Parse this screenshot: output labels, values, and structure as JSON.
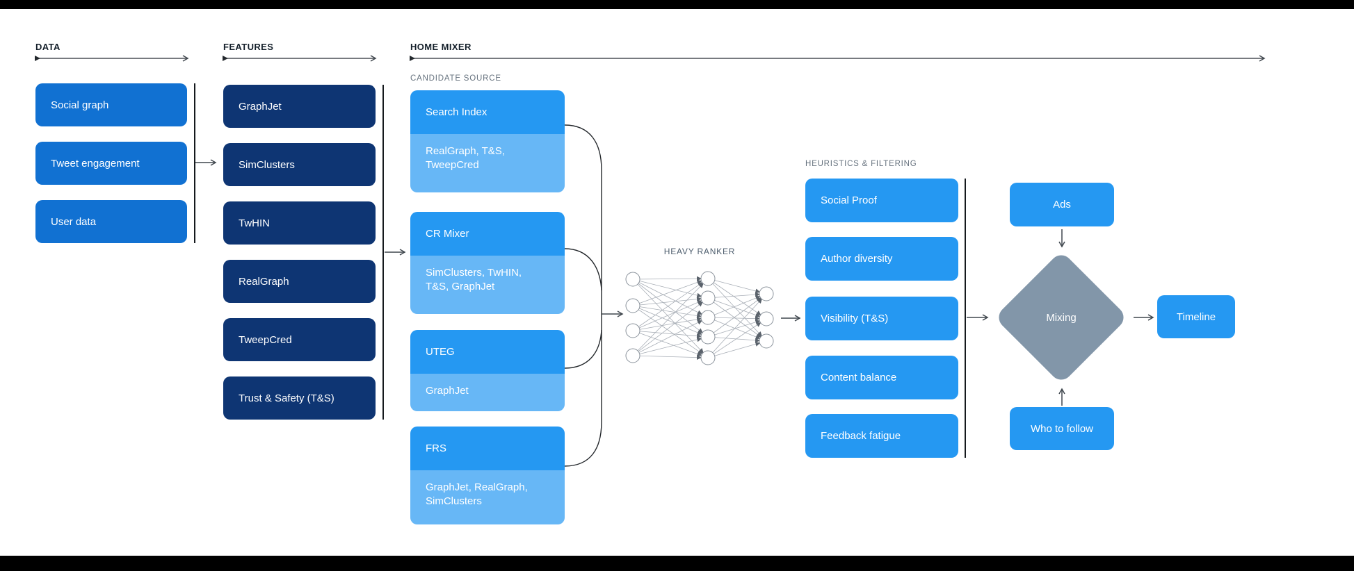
{
  "sections": {
    "data": {
      "label": "DATA",
      "items": [
        "Social graph",
        "Tweet engagement",
        "User data"
      ]
    },
    "features": {
      "label": "FEATURES",
      "items": [
        "GraphJet",
        "SimClusters",
        "TwHIN",
        "RealGraph",
        "TweepCred",
        "Trust & Safety (T&S)"
      ]
    },
    "home_mixer": {
      "label": "HOME MIXER",
      "candidate_source": {
        "label": "CANDIDATE SOURCE",
        "groups": [
          {
            "title": "Search Index",
            "sub": "RealGraph, T&S,\nTweepCred"
          },
          {
            "title": "CR Mixer",
            "sub": "SimClusters, TwHIN,\nT&S, GraphJet"
          },
          {
            "title": "UTEG",
            "sub": "GraphJet"
          },
          {
            "title": "FRS",
            "sub": "GraphJet, RealGraph,\nSimClusters"
          }
        ]
      },
      "heavy_ranker": {
        "label": "HEAVY RANKER"
      },
      "heuristics": {
        "label": "HEURISTICS & FILTERING",
        "items": [
          "Social Proof",
          "Author diversity",
          "Visibility (T&S)",
          "Content balance",
          "Feedback fatigue"
        ]
      },
      "mixing": {
        "ads": "Ads",
        "diamond": "Mixing",
        "who_to_follow": "Who to follow",
        "timeline": "Timeline"
      }
    }
  },
  "colors": {
    "data_box": "#1171d2",
    "feature_box": "#0e3573",
    "primary_blue": "#2598f2",
    "light_blue": "#67b7f6",
    "mixing_diamond": "#8296a9",
    "header_text": "#15202b",
    "muted_label": "#66727e",
    "connector": "#3f464d",
    "letterbox": "#000000"
  }
}
